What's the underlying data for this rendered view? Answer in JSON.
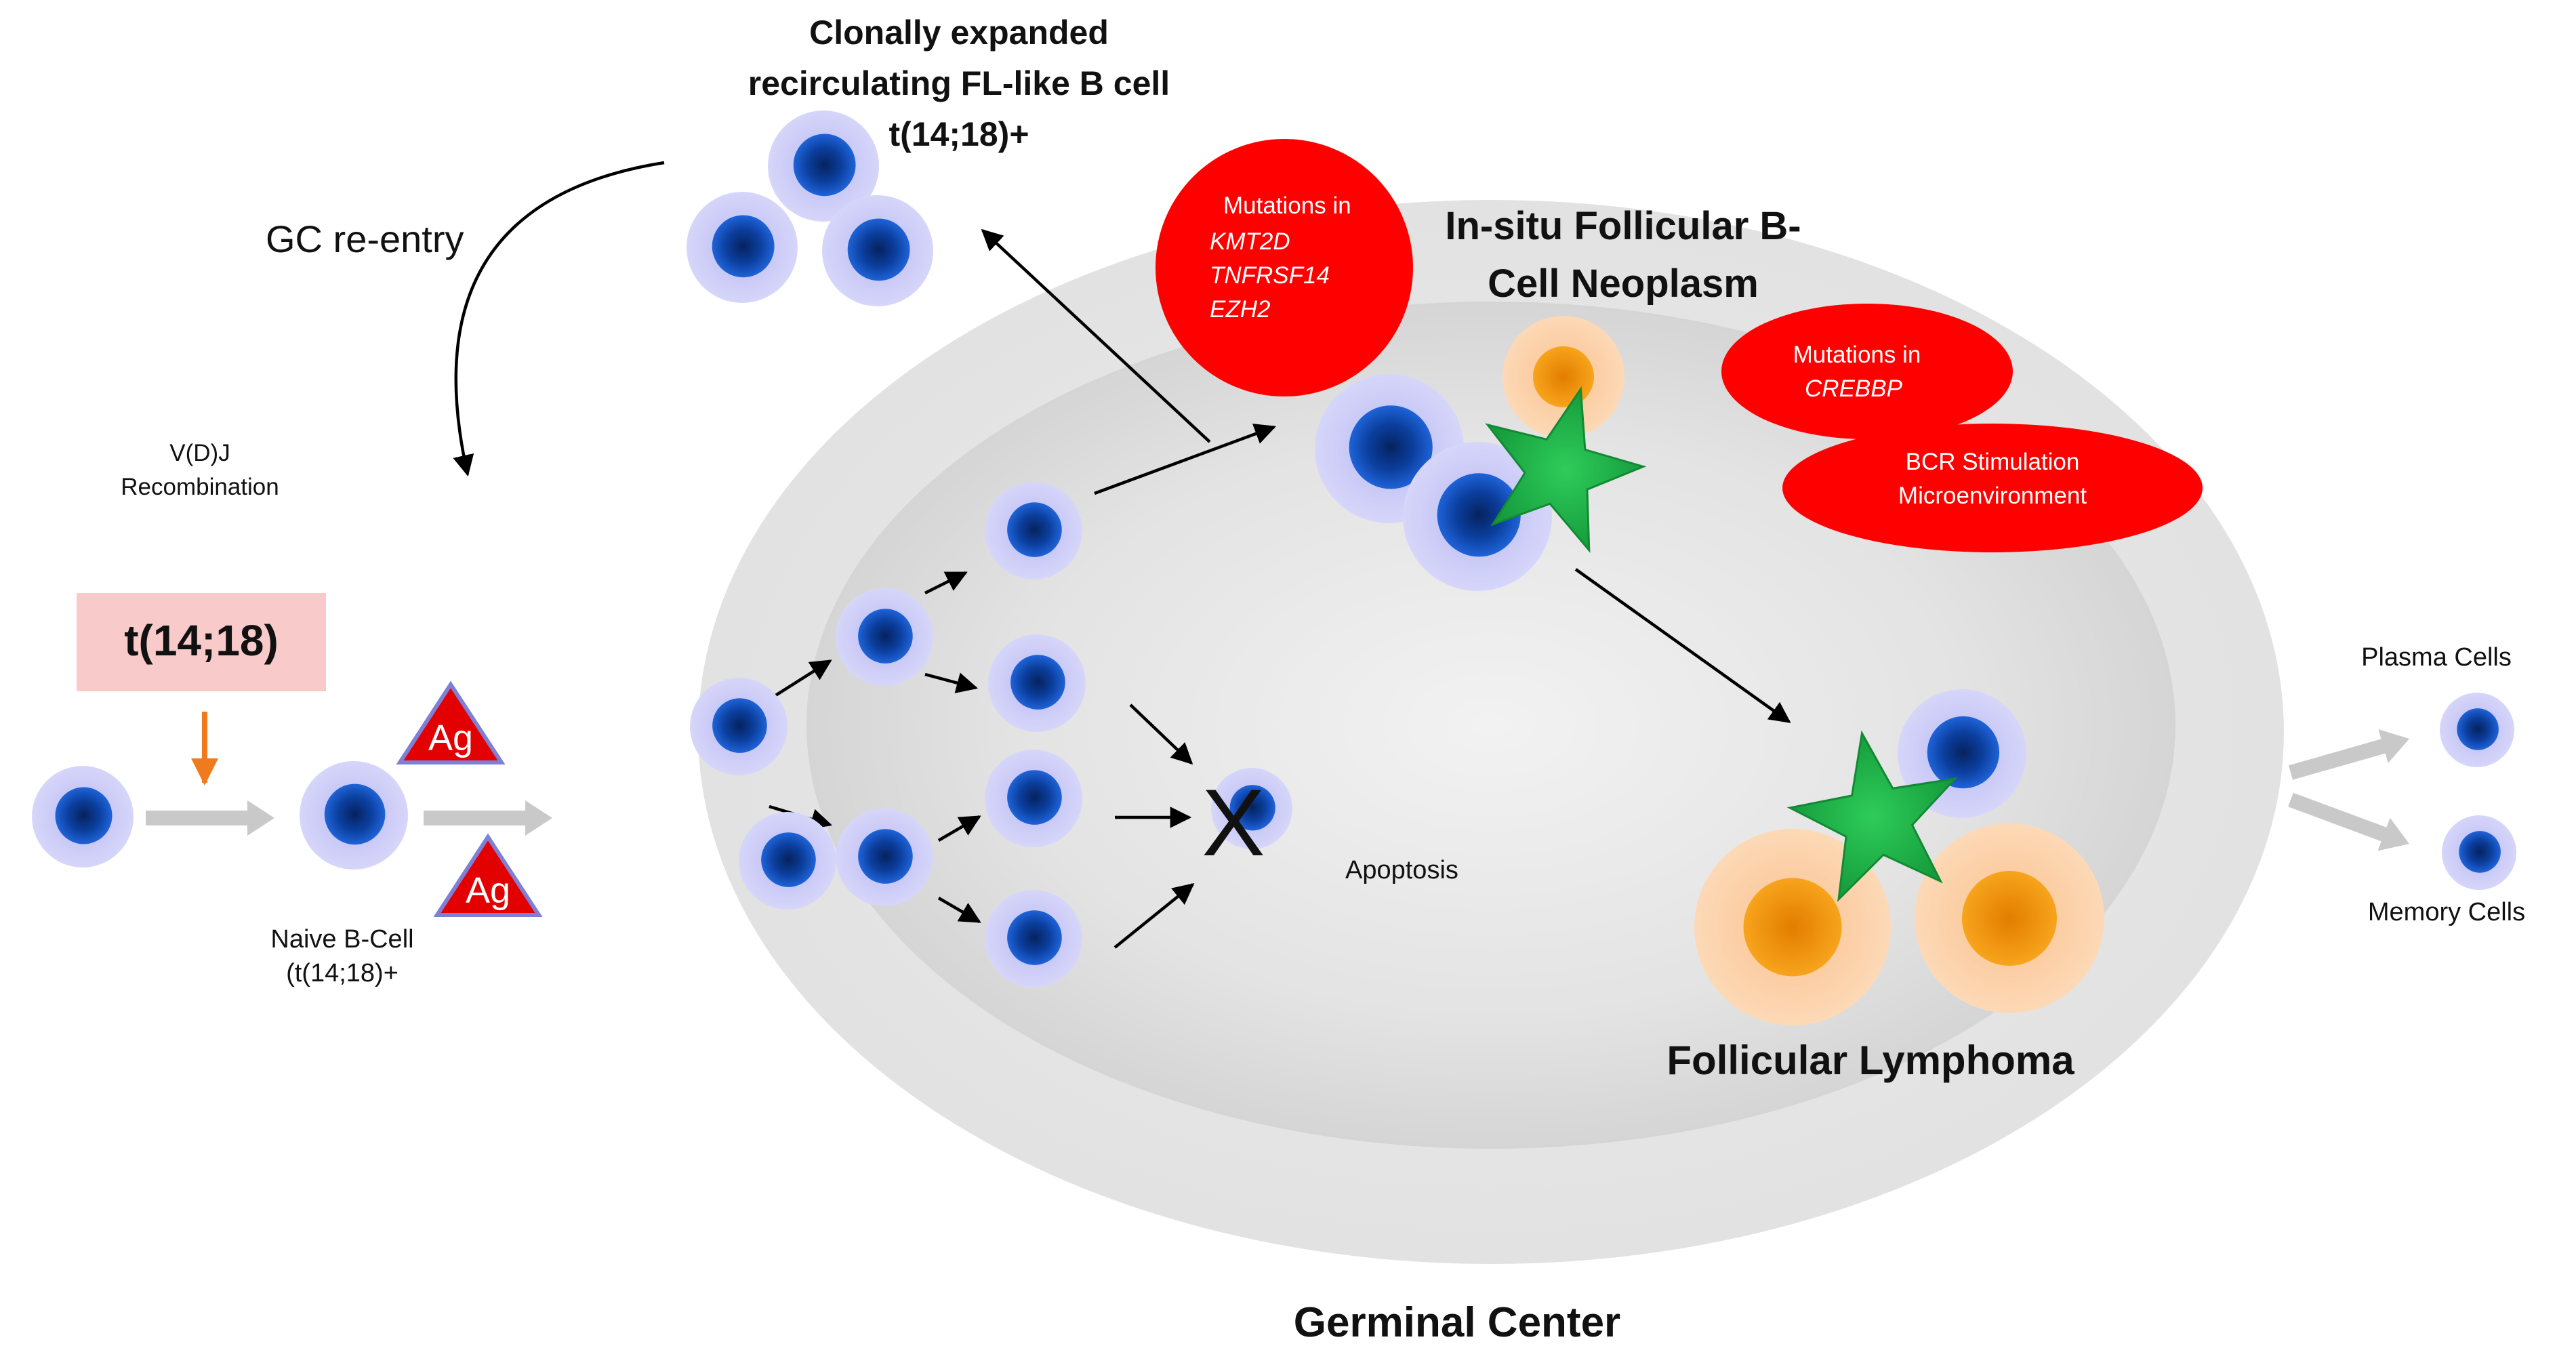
{
  "labels": {
    "clonally_expanded": [
      "Clonally expanded",
      "recirculating FL-like B cell",
      "t(14;18)+"
    ],
    "gc_reentry": "GC re-entry",
    "vdj": [
      "V(D)J",
      "Recombination"
    ],
    "t1418_box": "t(14;18)",
    "ag": "Ag",
    "naive": [
      "Naive B-Cell",
      "(t(14;18)+"
    ],
    "mutations1": [
      "Mutations in",
      "KMT2D",
      "TNFRSF14",
      "EZH2"
    ],
    "insitu": [
      "In-situ Follicular B-",
      "Cell Neoplasm"
    ],
    "mutations2": [
      "Mutations in",
      "CREBBP"
    ],
    "bcr": [
      "BCR Stimulation",
      "Microenvironment"
    ],
    "apoptosis": "Apoptosis",
    "x_mark": "X",
    "follicular_lymphoma": "Follicular Lymphoma",
    "plasma_cells": "Plasma Cells",
    "memory_cells": "Memory Cells",
    "germinal_center": "Germinal Center"
  },
  "colors": {
    "b_cell_halo": "#c9c9f5",
    "b_cell_nucleus": "#1a56c4",
    "malignant_halo": "#fcd2a8",
    "malignant_nucleus": "#f39a10",
    "mutation_ellipse": "#ff0000",
    "translocation_box": "#f9caca",
    "antigen_triangle": "#e30000",
    "dendritic_star": "#22b14c",
    "orange_arrow": "#f07b1e",
    "gray_arrow": "#c8c8c8"
  }
}
